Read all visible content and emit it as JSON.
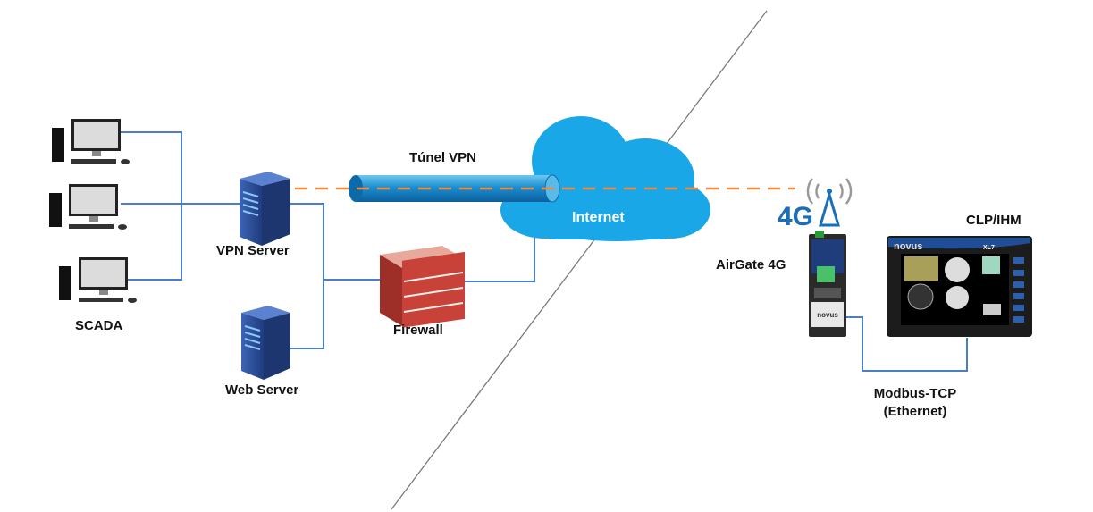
{
  "labels": {
    "scada": "SCADA",
    "vpn_server": "VPN Server",
    "web_server": "Web Server",
    "firewall": "Firewall",
    "tunnel": "Túnel VPN",
    "internet": "Internet",
    "airgate": "AirGate 4G",
    "clp": "CLP/IHM",
    "modbus_line1": "Modbus-TCP",
    "modbus_line2": "(Ethernet)"
  },
  "logos": {
    "badge_4g": "4G",
    "brand": "novus",
    "model": "XL7"
  },
  "colors": {
    "link": "#4a7ec6",
    "tunnel_dash": "#f08a3c",
    "cloud": "#1aa7e8",
    "server": "#2a4f9a",
    "firewall": "#c8423a"
  }
}
